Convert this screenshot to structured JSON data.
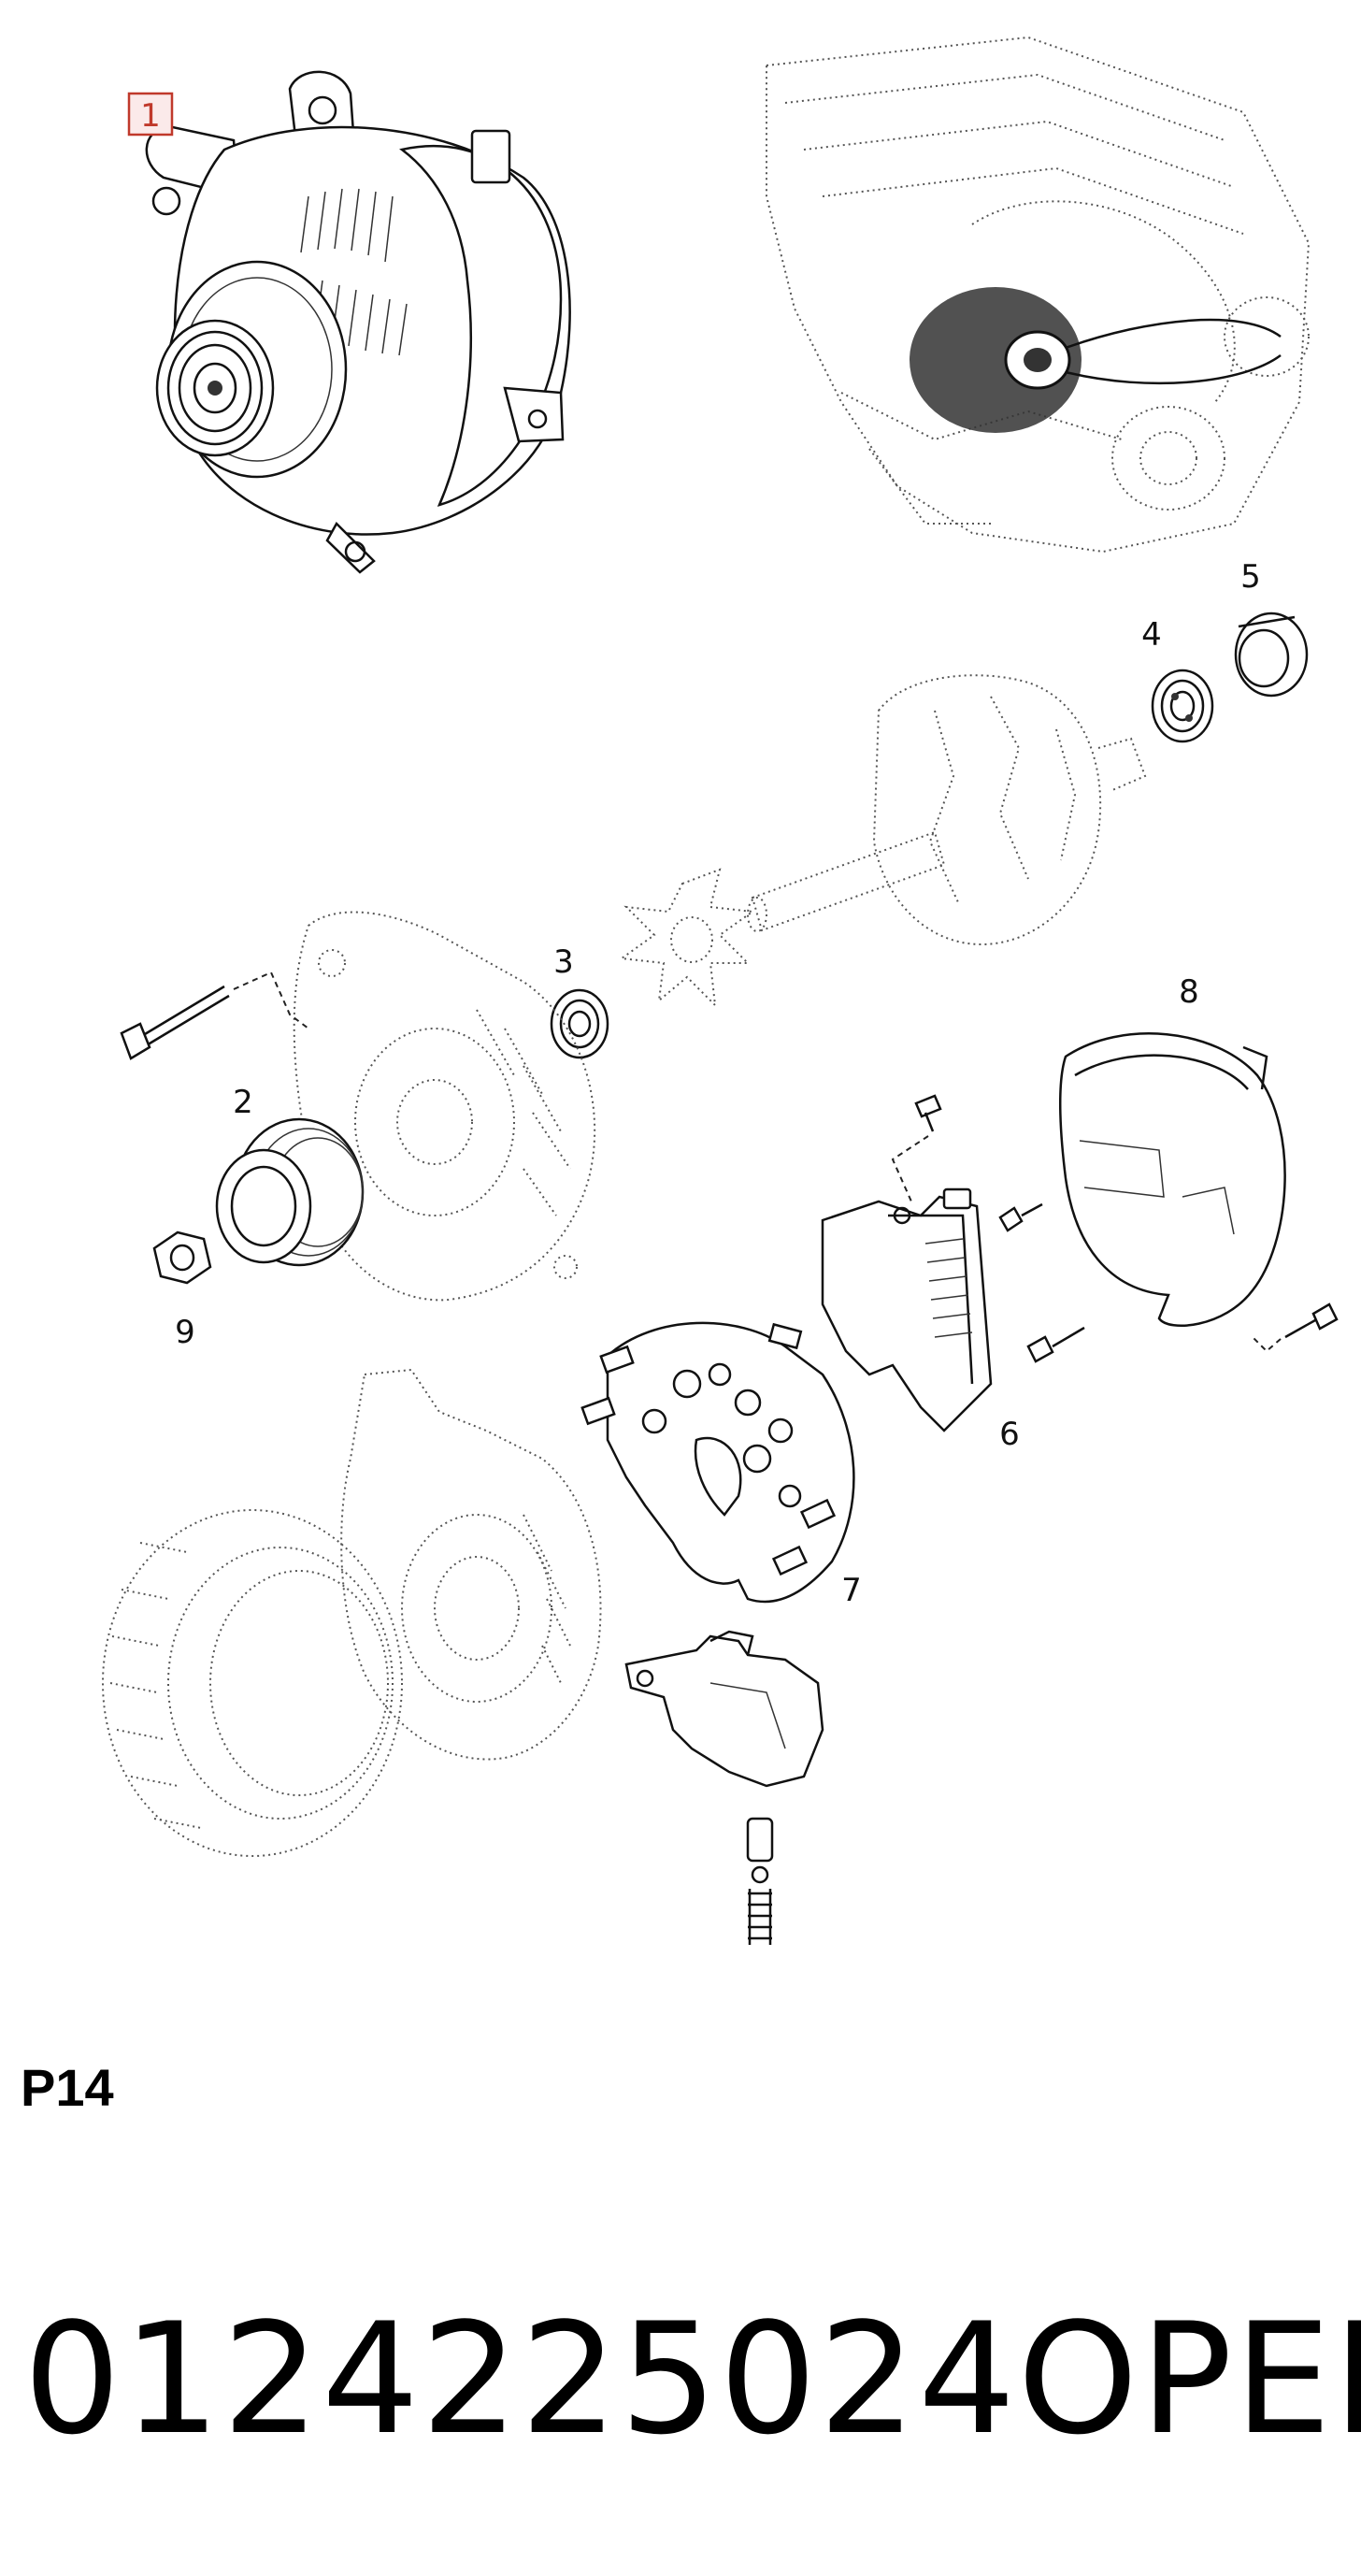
{
  "diagram": {
    "callouts": {
      "c1": "1",
      "c2": "2",
      "c3": "3",
      "c4": "4",
      "c5": "5",
      "c6": "6",
      "c7": "7",
      "c8": "8",
      "c9": "9"
    },
    "highlight_color": "#c0392b"
  },
  "footer": {
    "page_code": "P14",
    "part_number": "0124225024",
    "brand": "OPEL"
  }
}
